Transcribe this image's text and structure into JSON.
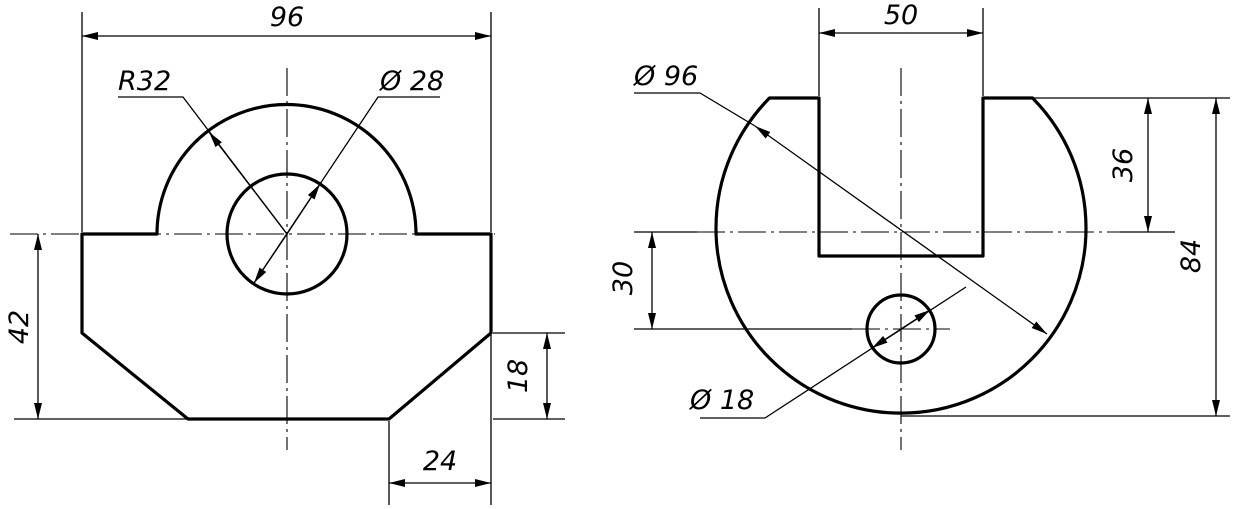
{
  "drawing": {
    "line_color": "#000000",
    "background": "#ffffff",
    "front_view": {
      "dim_width": "96",
      "dim_radius": "R32",
      "dim_hole": "Ø 28",
      "dim_height": "42",
      "dim_chamfer_height": "18",
      "dim_chamfer_width": "24"
    },
    "side_view": {
      "dim_slot_width": "50",
      "dim_diameter": "Ø 96",
      "dim_slot_depth": "36",
      "dim_total_height": "84",
      "dim_hole_offset": "30",
      "dim_hole": "Ø 18"
    }
  }
}
